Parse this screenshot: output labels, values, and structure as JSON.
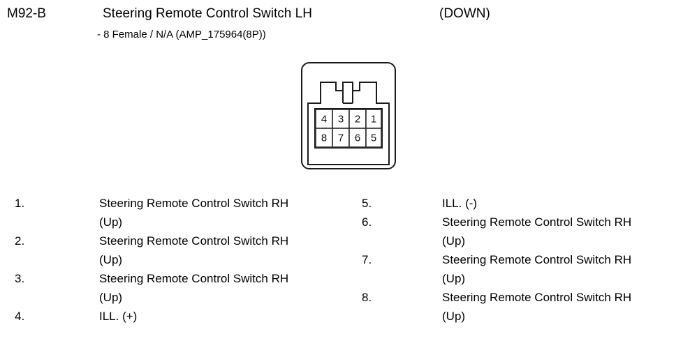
{
  "header": {
    "code": "M92-B",
    "title": "Steering Remote Control Switch LH",
    "direction": "(DOWN)",
    "subtitle": "- 8 Female / N/A (AMP_175964(8P))"
  },
  "connector": {
    "type": "8-way female connector",
    "rows": [
      {
        "cells": [
          "4",
          "3",
          "2",
          "1"
        ]
      },
      {
        "cells": [
          "8",
          "7",
          "6",
          "5"
        ]
      }
    ]
  },
  "pins": {
    "left": [
      {
        "index": "1.",
        "main": "Steering Remote Control Switch RH",
        "sub": "(Up)"
      },
      {
        "index": "2.",
        "main": "Steering Remote Control Switch RH",
        "sub": "(Up)"
      },
      {
        "index": "3.",
        "main": "Steering Remote Control Switch RH",
        "sub": "(Up)"
      },
      {
        "index": "4.",
        "main": "ILL. (+)",
        "sub": ""
      }
    ],
    "right": [
      {
        "index": "5.",
        "main": "ILL. (-)",
        "sub": ""
      },
      {
        "index": "6.",
        "main": "Steering Remote Control Switch RH",
        "sub": "(Up)"
      },
      {
        "index": "7.",
        "main": "Steering Remote Control Switch RH",
        "sub": "(Up)"
      },
      {
        "index": "8.",
        "main": "Steering Remote Control Switch RH",
        "sub": "(Up)"
      }
    ]
  },
  "colors": {
    "text": "#000000",
    "outline": "#1a1a1a",
    "background": "#ffffff"
  }
}
